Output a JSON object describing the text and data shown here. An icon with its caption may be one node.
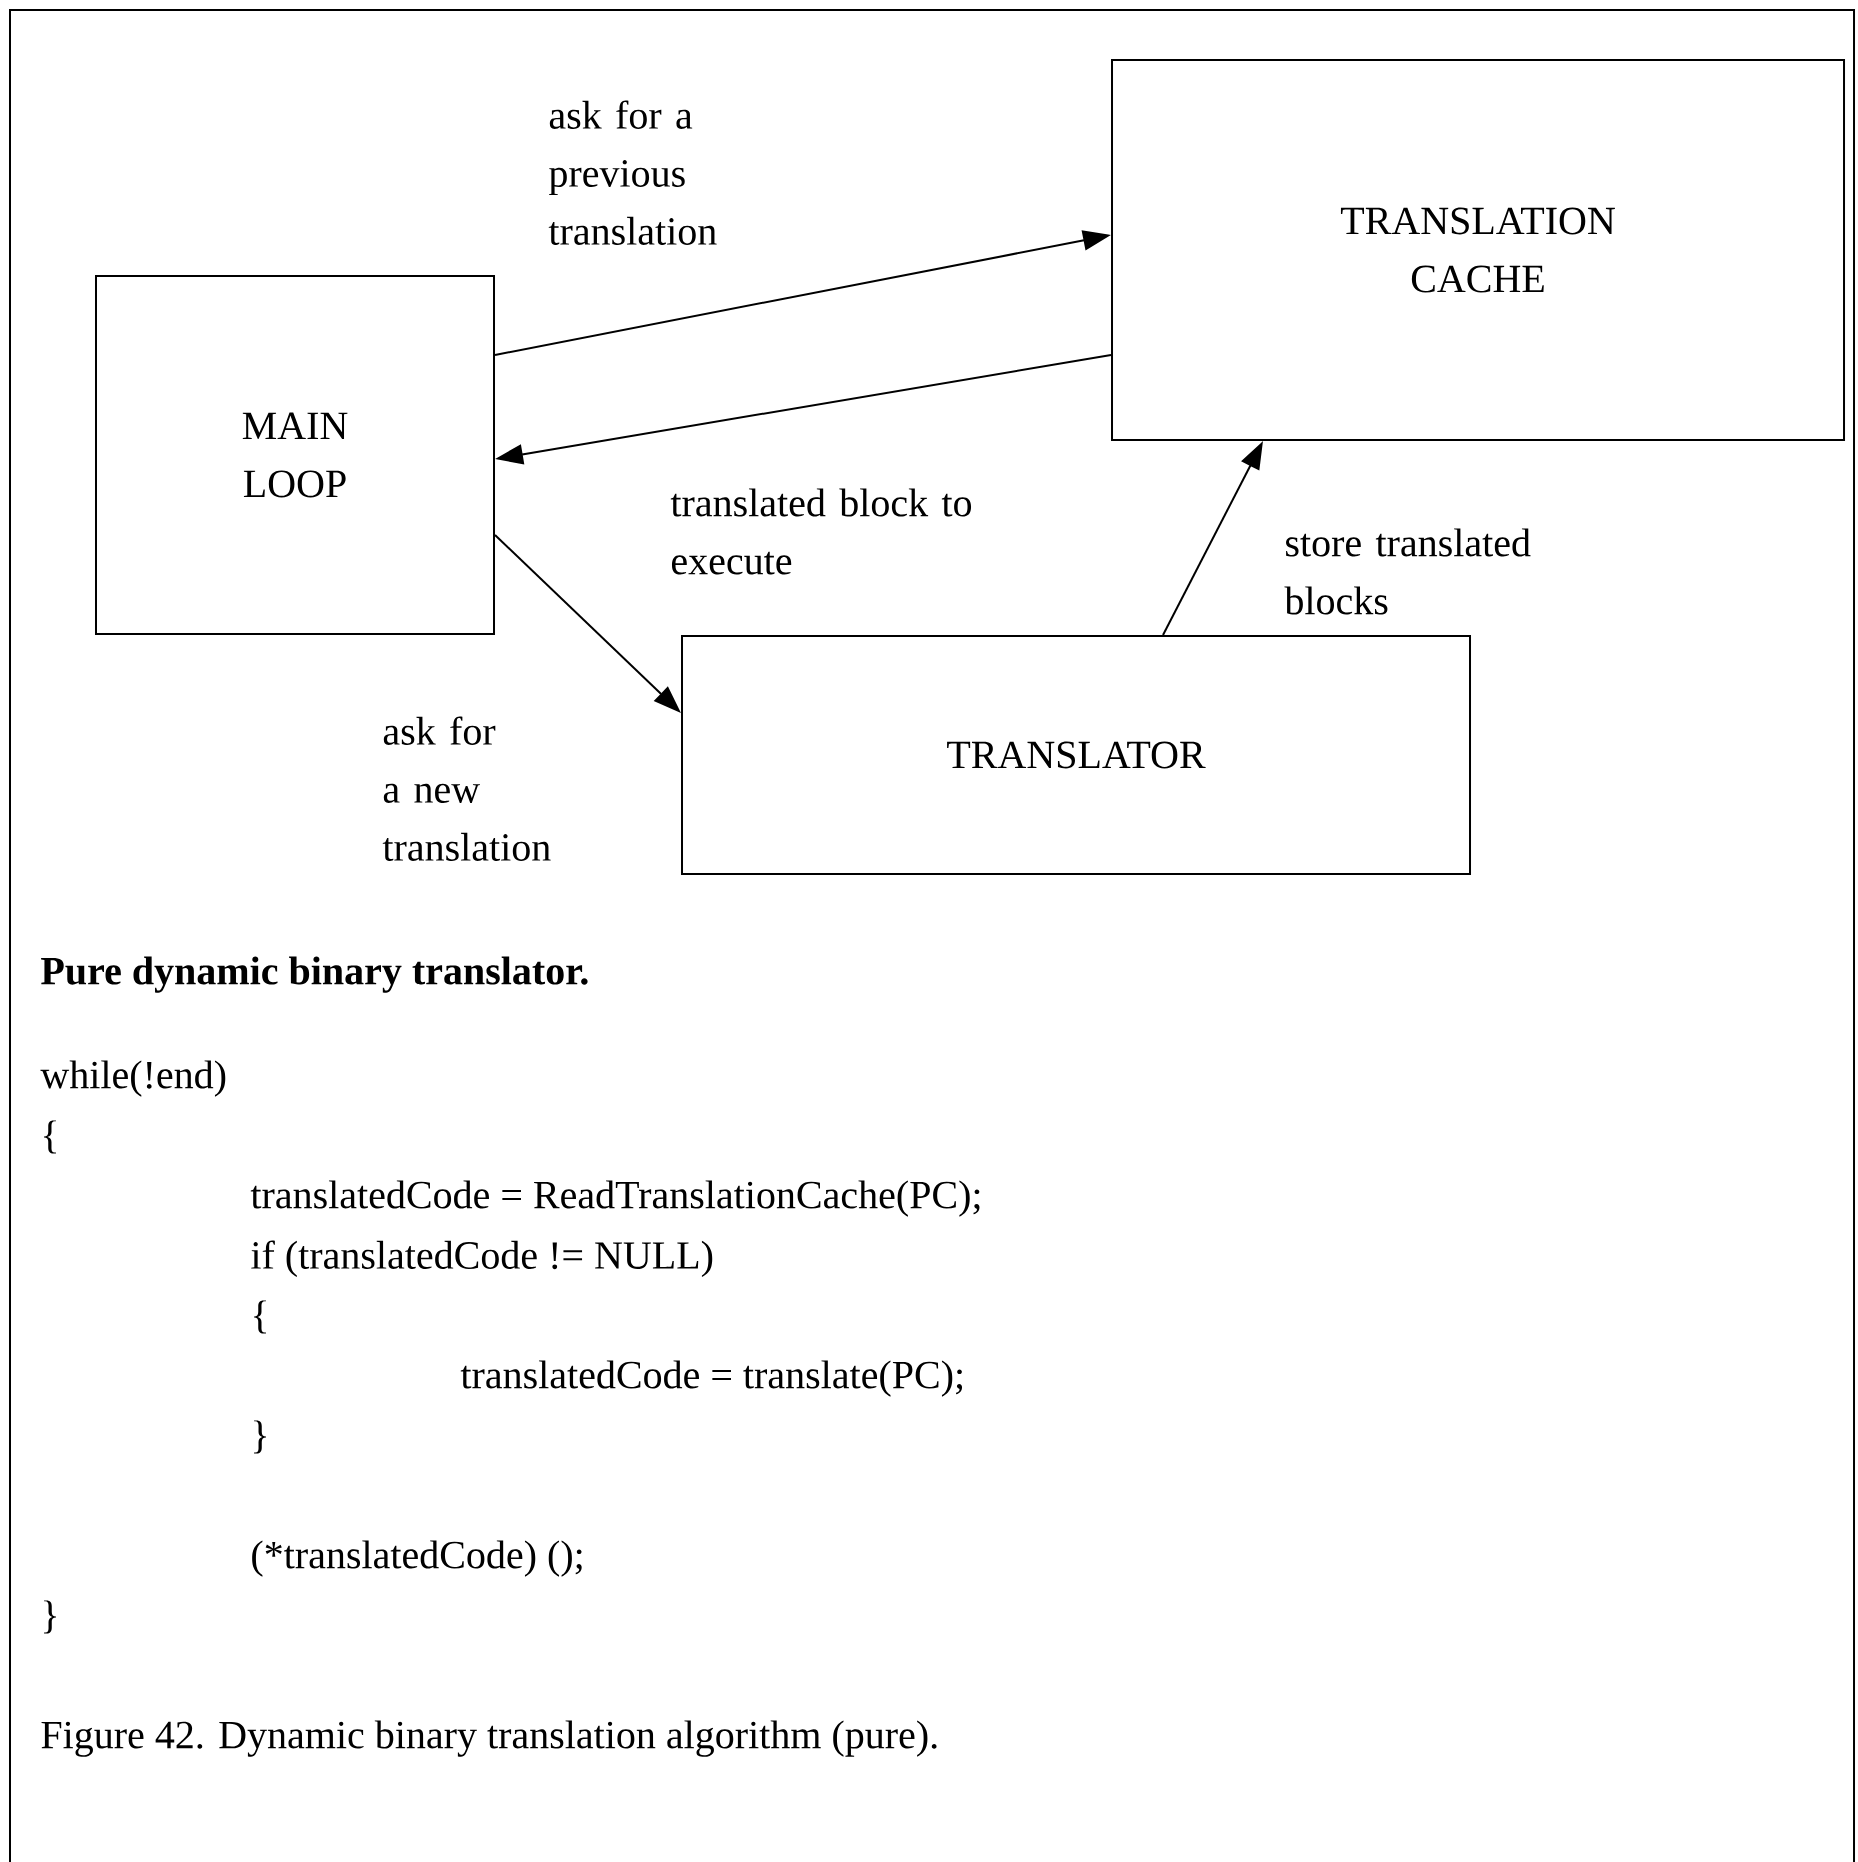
{
  "diagram": {
    "caption": "Figure 42.  Dynamic binary translation algorithm (pure).",
    "nodes": [
      {
        "text": [
          "MAIN LOOP"
        ]
      },
      {
        "text": [
          "TRANSLATION CACHE"
        ]
      },
      {
        "text": [
          "TRANSLATOR"
        ]
      }
    ],
    "edges": [
      {
        "from": 0,
        "to": 1,
        "arrow": "to",
        "label": "ask for a previous translation"
      },
      {
        "from": 1,
        "to": 0,
        "arrow": "to",
        "label": "translated block to execute"
      },
      {
        "from": 0,
        "to": 2,
        "arrow": "to",
        "label": "ask for a new translation"
      },
      {
        "from": 2,
        "to": 1,
        "arrow": "to",
        "label": "store translated blocks"
      }
    ],
    "labels": [
      "**Pure dynamic binary translator.**",
      "while(!end)",
      "{",
      "translatedCode = ReadTranslationCache(PC);",
      "if (translatedCode != NULL)",
      "{",
      "translatedCode = translate(PC);",
      "}",
      "(*translatedCode) ();",
      "}"
    ]
  }
}
